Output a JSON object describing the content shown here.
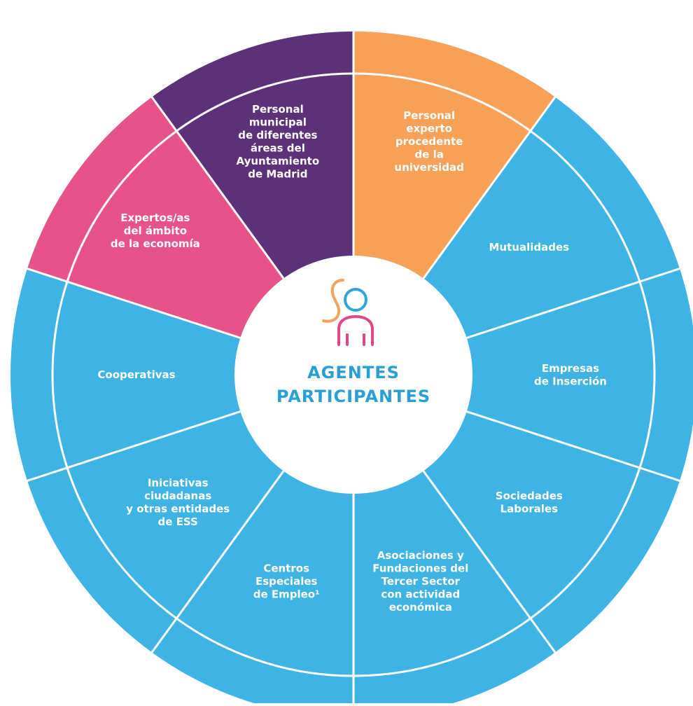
{
  "diagram": {
    "center": {
      "icon": "person-icon",
      "title_lines": [
        "AGENTES",
        "PARTICIPANTES"
      ]
    },
    "colors": {
      "outer_blue": "#3fb4e4",
      "segment_blue": "#3fb4e4",
      "pink": "#e8528a",
      "purple": "#5c3177",
      "orange": "#f7a158",
      "divider": "#ffffff",
      "center_fill": "#ffffff",
      "title": "#2a9fd6",
      "icon_pink": "#e24589",
      "icon_blue": "#2ea5de",
      "icon_orange": "#f4a35a"
    },
    "segments": [
      {
        "id": "personal-municipal",
        "color": "purple",
        "lines": [
          "Personal",
          "municipal",
          "de diferentes",
          "áreas del",
          "Ayuntamiento",
          "de Madrid"
        ]
      },
      {
        "id": "personal-experto",
        "color": "orange",
        "lines": [
          "Personal",
          "experto",
          "procedente",
          "de la",
          "universidad"
        ]
      },
      {
        "id": "mutualidades",
        "color": "segment_blue",
        "lines": [
          "Mutualidades"
        ]
      },
      {
        "id": "empresas-insercion",
        "color": "segment_blue",
        "lines": [
          "Empresas",
          "de Inserción"
        ]
      },
      {
        "id": "sociedades-laborales",
        "color": "segment_blue",
        "lines": [
          "Sociedades",
          "Laborales"
        ]
      },
      {
        "id": "asociaciones-fundaciones",
        "color": "segment_blue",
        "lines": [
          "Asociaciones y",
          "Fundaciones del",
          "Tercer Sector",
          "con actividad",
          "económica"
        ]
      },
      {
        "id": "centros-especiales",
        "color": "segment_blue",
        "lines": [
          "Centros",
          "Especiales",
          "de Empleo¹"
        ]
      },
      {
        "id": "iniciativas-ciudadanas",
        "color": "segment_blue",
        "lines": [
          "Iniciativas",
          "ciudadanas",
          "y otras entidades",
          "de ESS"
        ]
      },
      {
        "id": "cooperativas",
        "color": "segment_blue",
        "lines": [
          "Cooperativas"
        ]
      },
      {
        "id": "expertos-economia",
        "color": "pink",
        "lines": [
          "Expertos/as",
          "del ámbito",
          "de la economía"
        ]
      }
    ]
  }
}
